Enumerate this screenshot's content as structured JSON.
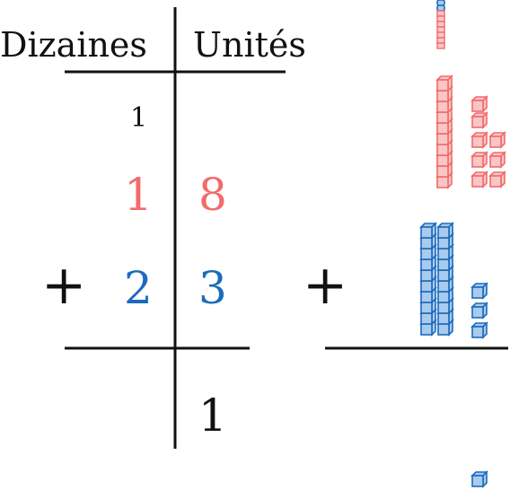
{
  "headers": {
    "tens": "Dizaines",
    "units": "Unités"
  },
  "carry": "1",
  "first_number": {
    "tens": "1",
    "units": "8"
  },
  "second_number": {
    "tens": "2",
    "units": "3"
  },
  "operator": "+",
  "result": {
    "units": "1"
  },
  "colors": {
    "first_number": "#f26b6b",
    "second_number": "#1c6bbd",
    "lines": "#111111",
    "red_block_fill": "#f9c6c6",
    "blue_block_fill": "#a9cbee"
  },
  "blocks": {
    "top_strip_ones": {
      "blue": 2,
      "red": 7
    },
    "first_number": {
      "rods": 1,
      "cubes": 8
    },
    "second_number": {
      "rods": 2,
      "cubes": 3
    },
    "result": {
      "rods": 0,
      "cubes": 1
    }
  }
}
